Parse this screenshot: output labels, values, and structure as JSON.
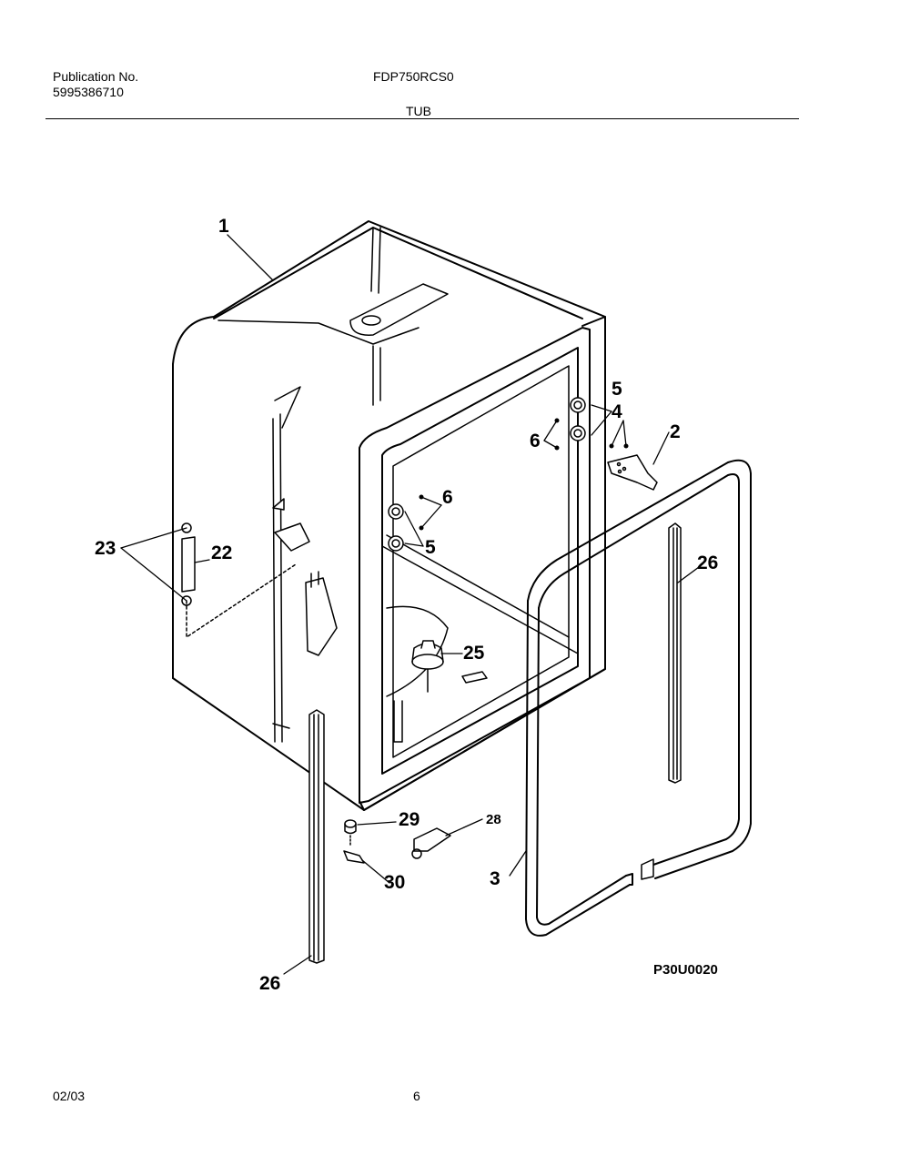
{
  "header": {
    "publication_label": "Publication No.",
    "publication_number": "5995386710",
    "model": "FDP750RCS0",
    "section": "TUB"
  },
  "diagram": {
    "reference_code": "P30U0020",
    "callouts": {
      "c1": "1",
      "c2": "2",
      "c3": "3",
      "c4": "4",
      "c5a": "5",
      "c5b": "5",
      "c6a": "6",
      "c6b": "6",
      "c22": "22",
      "c23": "23",
      "c25": "25",
      "c26a": "26",
      "c26b": "26",
      "c28": "28",
      "c29": "29",
      "c30": "30"
    }
  },
  "footer": {
    "date": "02/03",
    "page": "6"
  }
}
